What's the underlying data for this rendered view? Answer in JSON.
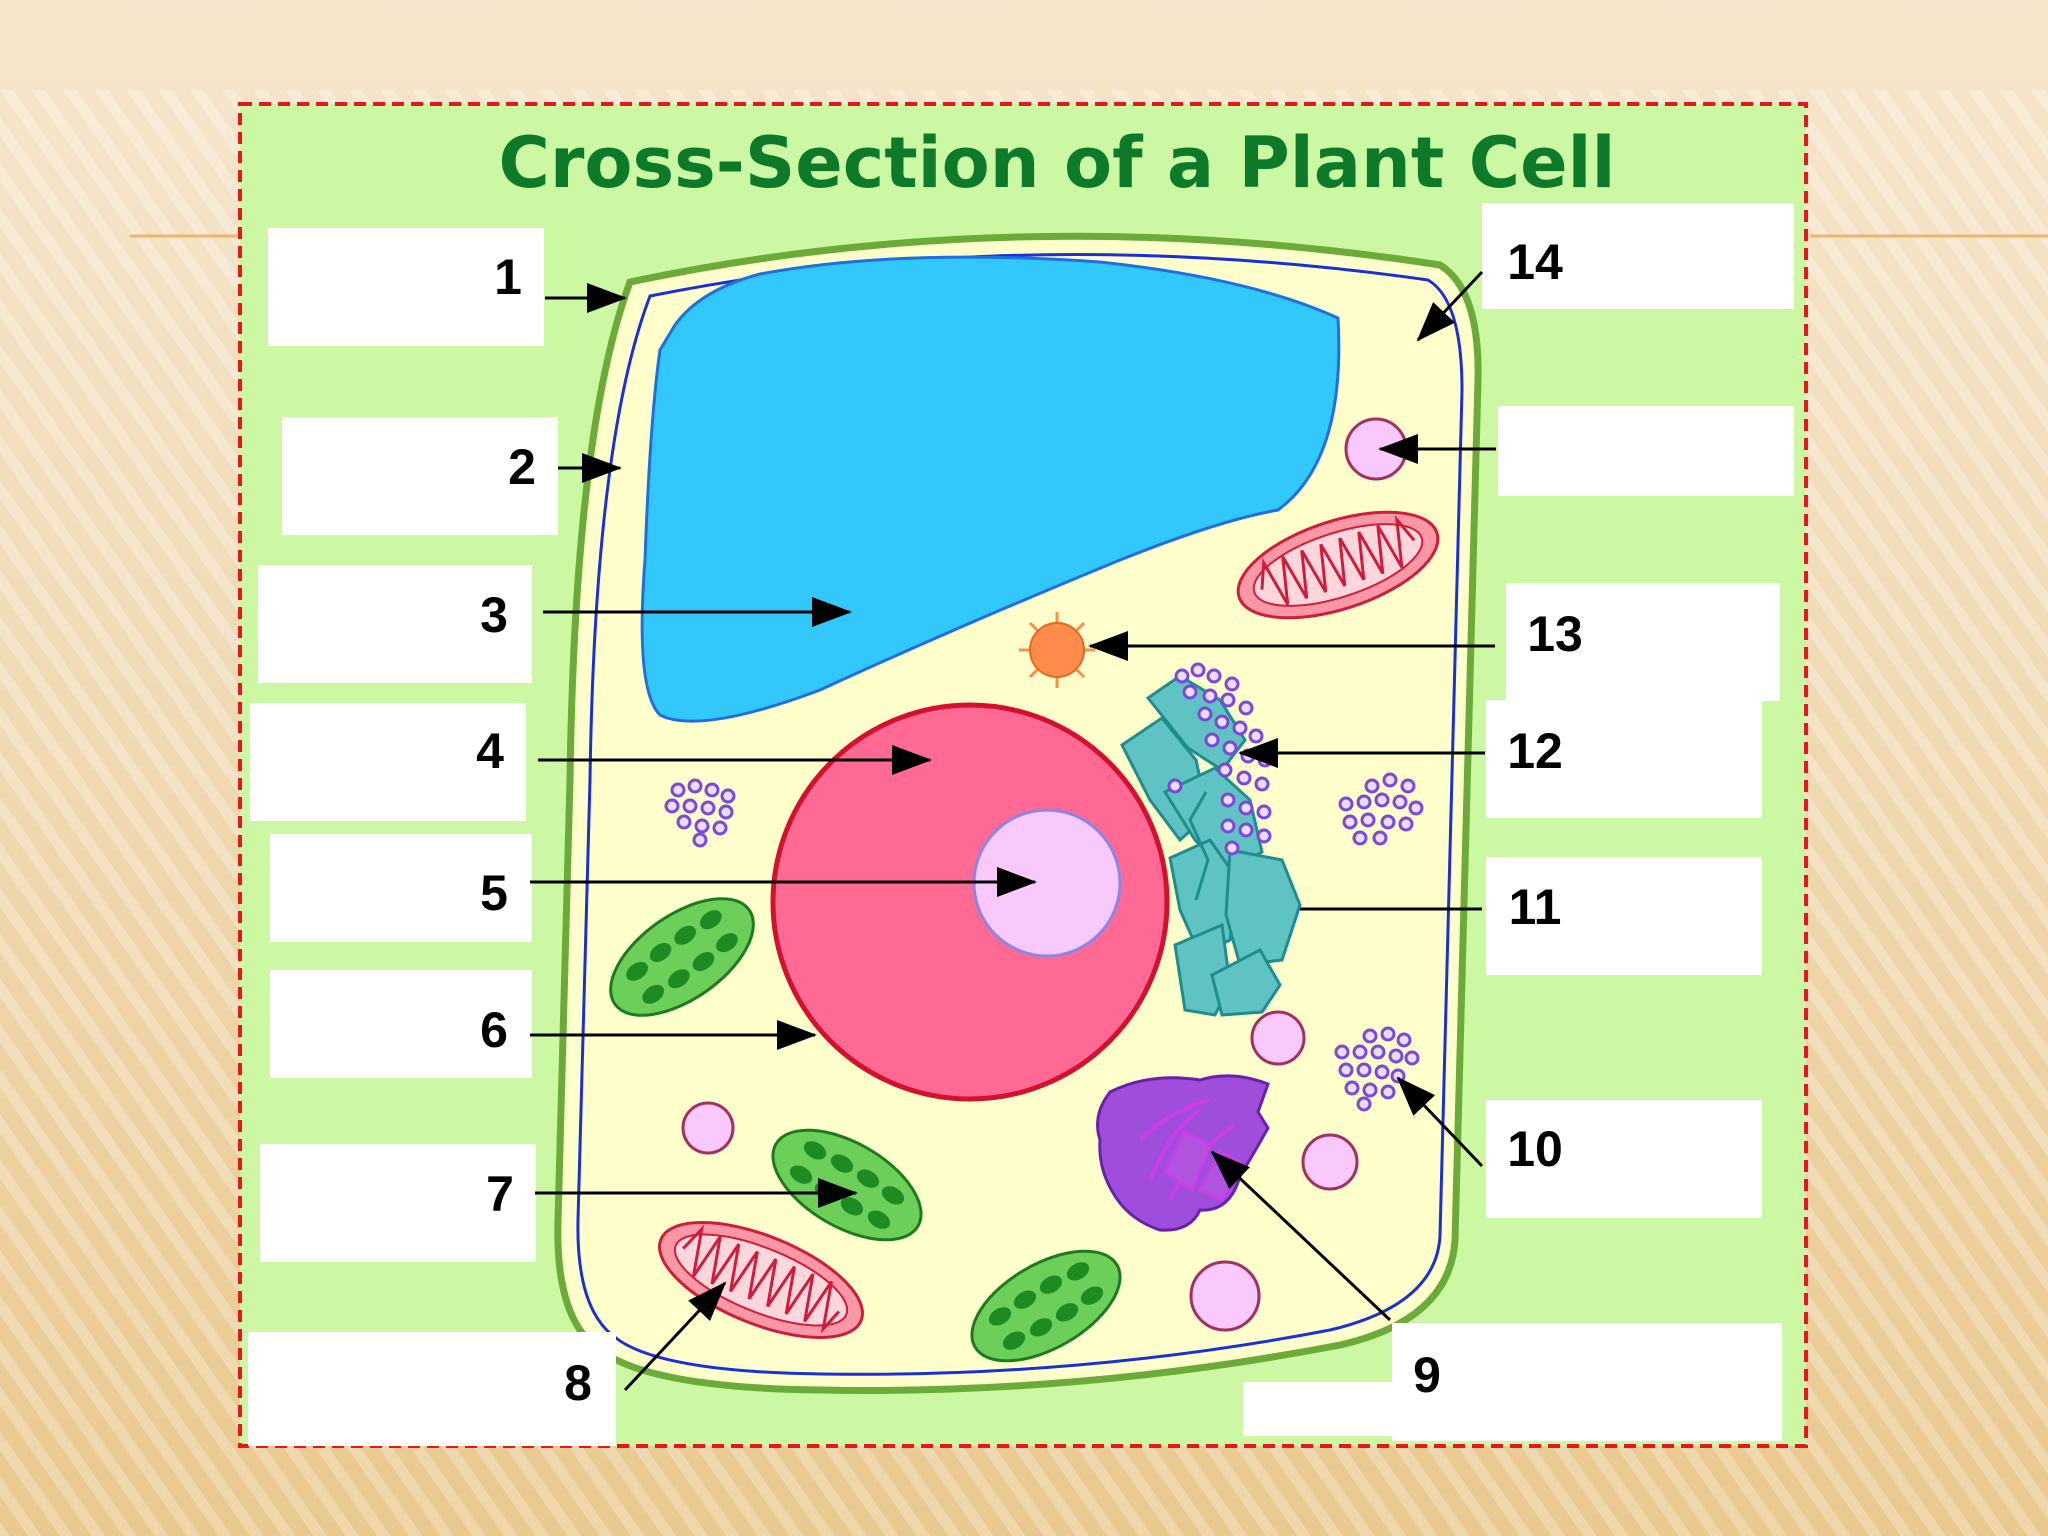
{
  "title": "Cross-Section of a Plant Cell",
  "labels": [
    "1",
    "2",
    "3",
    "4",
    "5",
    "6",
    "7",
    "8",
    "9",
    "10",
    "11",
    "12",
    "13",
    "14"
  ],
  "colors": {
    "panel": "#ccf8a4",
    "cytoplasm": "#ffffcc",
    "cell_wall": "#6cab3a",
    "membrane": "#1b2fd6",
    "vacuole": "#33c8fb",
    "nucleus": "#fe6a94",
    "nucleolus": "#f9c9fb",
    "chloroplast": "#6ccf5a",
    "mitochondrion": "#fc98a5",
    "golgi": "#9f4ddb",
    "er": "#5fc3c4",
    "ribosome": "#7b49d6",
    "centrosome": "#ff8c4a",
    "title": "#0d7a2a",
    "border": "#e5161c"
  }
}
